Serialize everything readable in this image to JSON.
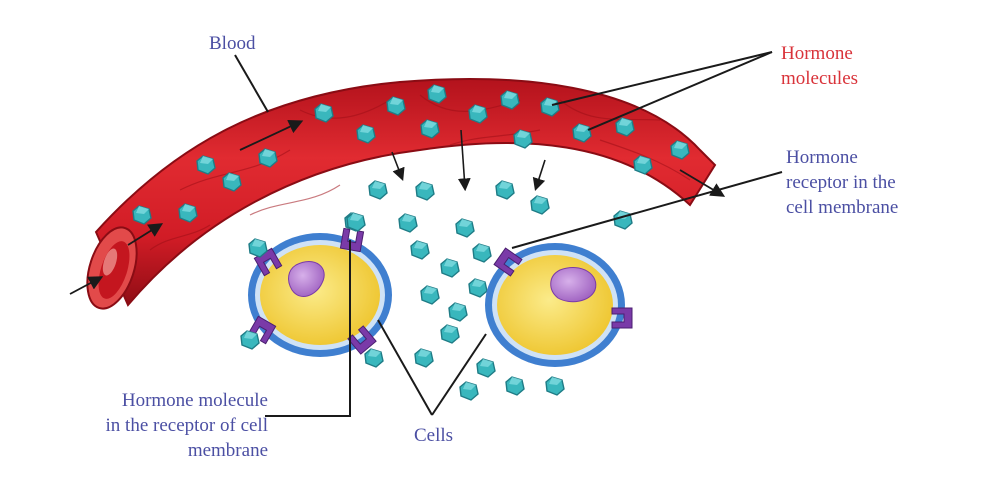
{
  "labels": {
    "blood": "Blood",
    "hormone_molecules": [
      "Hormone",
      "molecules"
    ],
    "hormone_receptor": [
      "Hormone",
      "receptor in the",
      "cell membrane"
    ],
    "molecule_in_receptor": [
      "Hormone molecule",
      "in the receptor of cell",
      "membrane"
    ],
    "cells": "Cells"
  },
  "colors": {
    "blood_vessel": "#d8202a",
    "vessel_dark": "#9e0f17",
    "vessel_lumen": "#f4a39c",
    "hormone": "#39b7bd",
    "hormone_dark": "#1f7c86",
    "receptor": "#7a3aa8",
    "cell_body": "#f4d54a",
    "cell_membrane": "#3f7fd0",
    "nucleus": "#a86cc8",
    "label_blue": "#4b4fa3",
    "label_red": "#d9333a",
    "leader_line": "#1a1a1a"
  },
  "icons": [
    "hormone-molecule-icon",
    "receptor-icon",
    "flow-arrow-icon"
  ]
}
